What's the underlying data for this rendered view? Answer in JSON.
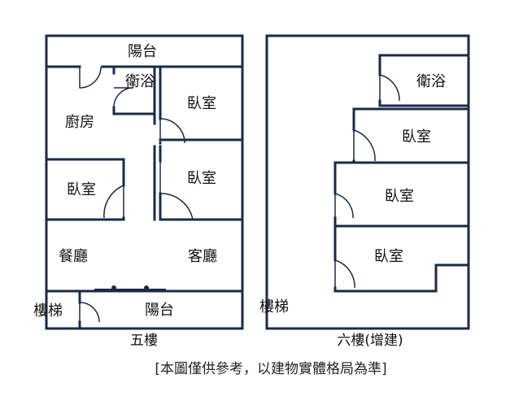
{
  "floor5": {
    "title": "五樓",
    "rooms": {
      "balcony_top": "陽台",
      "bathroom": "衛浴",
      "kitchen": "廚房",
      "bedroom_a": "臥室",
      "bedroom_b": "臥室",
      "bedroom_c": "臥室",
      "dining": "餐廳",
      "living": "客廳",
      "stairs": "樓梯",
      "balcony_bottom": "陽台"
    }
  },
  "floor6": {
    "title": "六樓(增建)",
    "rooms": {
      "bathroom": "衛浴",
      "bedroom_1": "臥室",
      "bedroom_2": "臥室",
      "bedroom_3": "臥室",
      "stairs": "樓梯"
    }
  },
  "disclaimer": "[本圖僅供參考，以建物實體格局為準]"
}
